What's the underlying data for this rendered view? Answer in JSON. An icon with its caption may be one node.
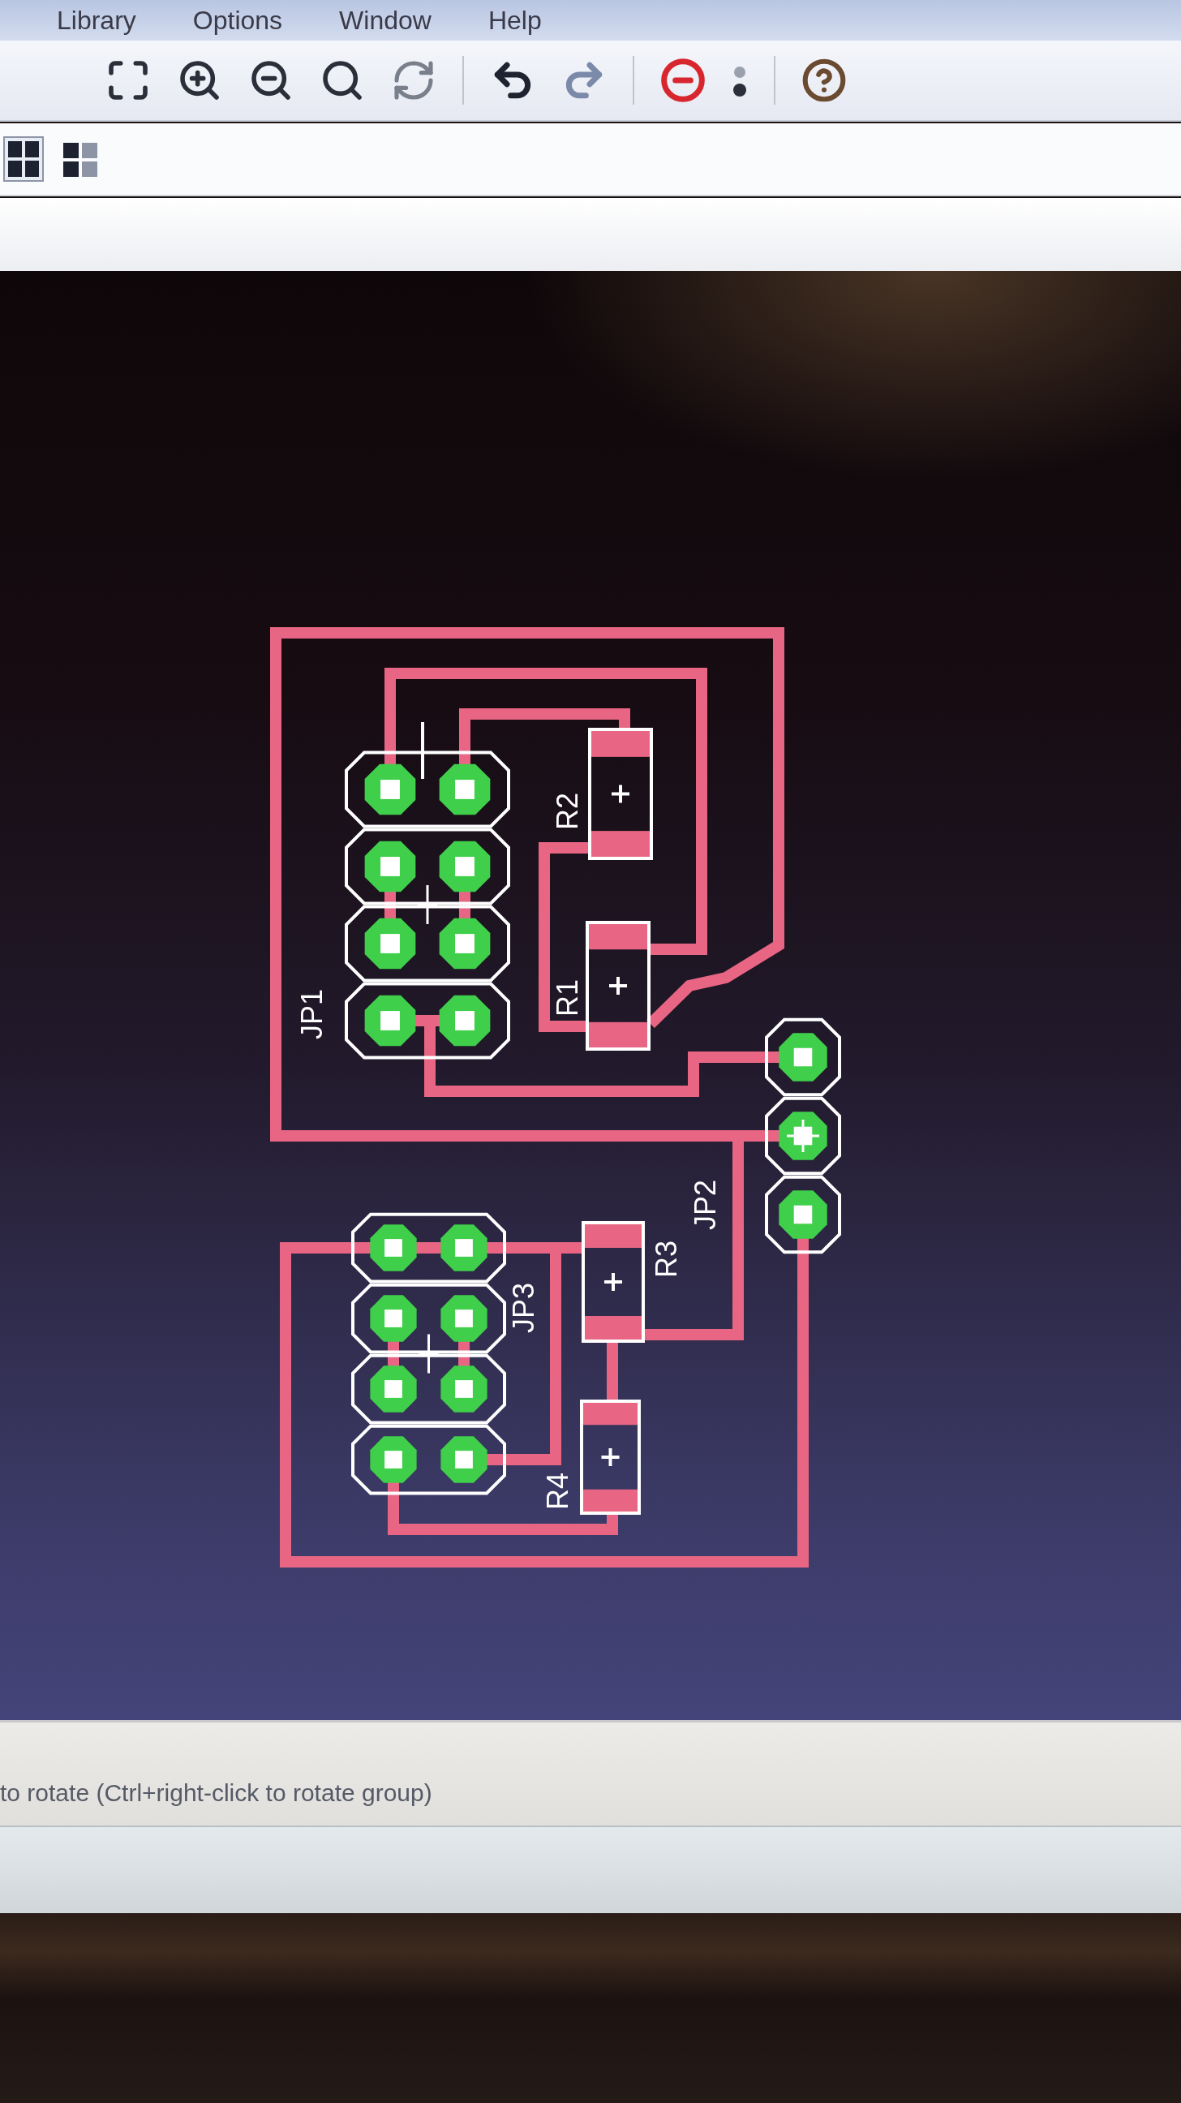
{
  "diagram": {
    "nodes": [
      {
        "text": [
          "JP1"
        ]
      },
      {
        "text": [
          "R2"
        ]
      },
      {
        "text": [
          "R1"
        ]
      },
      {
        "text": [
          "JP2"
        ]
      },
      {
        "text": [
          "JP3"
        ]
      },
      {
        "text": [
          "R3"
        ]
      },
      {
        "text": [
          "R4"
        ]
      }
    ],
    "edges": [
      {
        "from": 0,
        "to": 2,
        "arrow": "none"
      },
      {
        "from": 0,
        "to": 1,
        "arrow": "none"
      },
      {
        "from": 1,
        "to": 2,
        "arrow": "none"
      },
      {
        "from": 2,
        "to": 3,
        "arrow": "none"
      },
      {
        "from": 0,
        "to": 3,
        "arrow": "none"
      },
      {
        "from": 3,
        "to": 5,
        "arrow": "none"
      },
      {
        "from": 3,
        "to": 4,
        "arrow": "none"
      },
      {
        "from": 4,
        "to": 5,
        "arrow": "none"
      },
      {
        "from": 4,
        "to": 5,
        "arrow": "none"
      },
      {
        "from": 5,
        "to": 6,
        "arrow": "none"
      },
      {
        "from": 4,
        "to": 6,
        "arrow": "none"
      }
    ],
    "labels": [
      "Library",
      "Options",
      "Window",
      "Help",
      "to rotate (Ctrl+right-click to rotate group)"
    ]
  }
}
